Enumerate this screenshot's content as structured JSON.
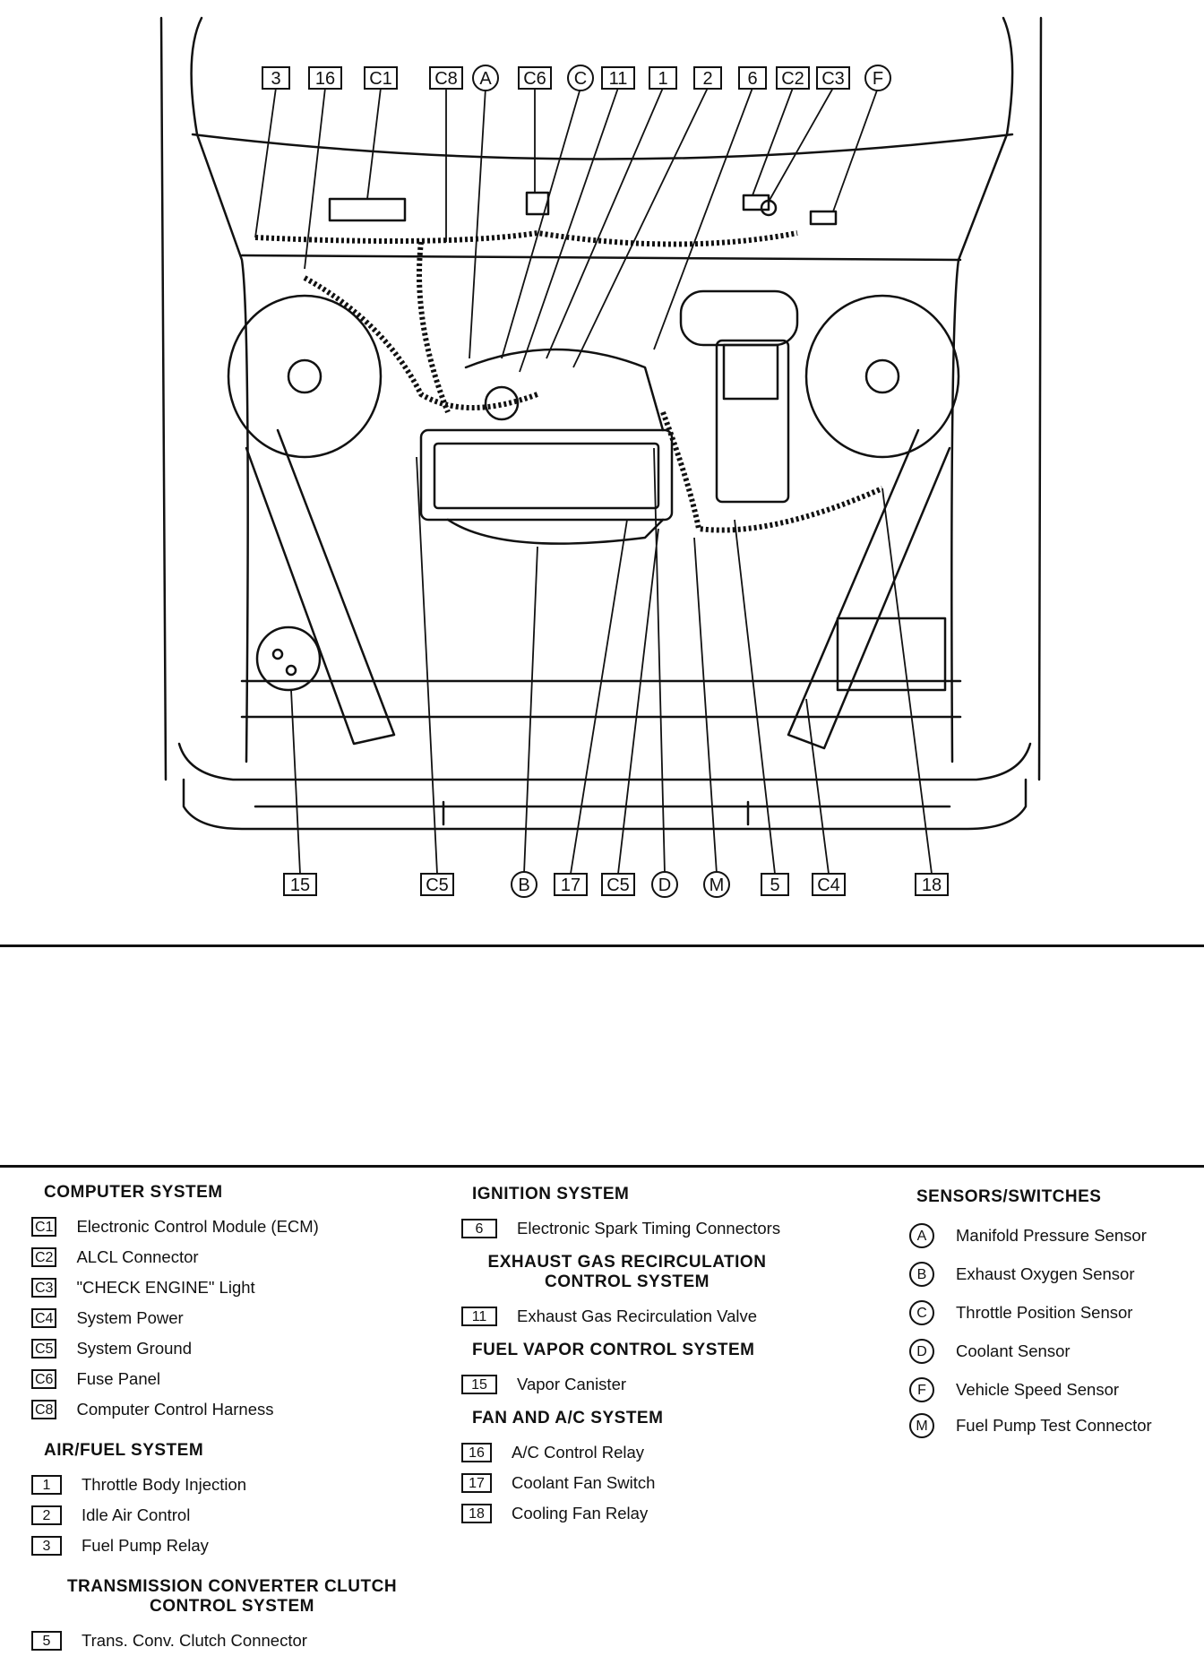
{
  "callouts_top": [
    "3",
    "16",
    "C1",
    "C8",
    "A",
    "C6",
    "C",
    "11",
    "1",
    "2",
    "6",
    "C2",
    "C3",
    "F"
  ],
  "callouts_bottom": [
    "15",
    "C5",
    "B",
    "17",
    "C5",
    "D",
    "M",
    "5",
    "C4",
    "18"
  ],
  "legend": {
    "computer_system": {
      "title": "COMPUTER SYSTEM",
      "items": [
        {
          "code": "C1",
          "label": "Electronic Control Module (ECM)"
        },
        {
          "code": "C2",
          "label": "ALCL Connector"
        },
        {
          "code": "C3",
          "label": "\"CHECK ENGINE\" Light"
        },
        {
          "code": "C4",
          "label": "System Power"
        },
        {
          "code": "C5",
          "label": "System Ground"
        },
        {
          "code": "C6",
          "label": "Fuse Panel"
        },
        {
          "code": "C8",
          "label": "Computer Control Harness"
        }
      ]
    },
    "air_fuel_system": {
      "title": "AIR/FUEL SYSTEM",
      "items": [
        {
          "code": "1",
          "label": "Throttle Body Injection"
        },
        {
          "code": "2",
          "label": "Idle Air Control"
        },
        {
          "code": "3",
          "label": "Fuel Pump Relay"
        }
      ]
    },
    "tcc_system": {
      "title_line1": "TRANSMISSION CONVERTER CLUTCH",
      "title_line2": "CONTROL SYSTEM",
      "items": [
        {
          "code": "5",
          "label": "Trans. Conv. Clutch Connector"
        }
      ]
    },
    "ignition_system": {
      "title": "IGNITION SYSTEM",
      "items": [
        {
          "code": "6",
          "label": "Electronic Spark Timing Connectors"
        }
      ]
    },
    "egr_system": {
      "title_line1": "EXHAUST GAS RECIRCULATION",
      "title_line2": "CONTROL SYSTEM",
      "items": [
        {
          "code": "11",
          "label": "Exhaust Gas Recirculation Valve"
        }
      ]
    },
    "fuel_vapor_system": {
      "title": "FUEL VAPOR CONTROL SYSTEM",
      "items": [
        {
          "code": "15",
          "label": "Vapor Canister"
        }
      ]
    },
    "fan_ac_system": {
      "title": "FAN AND A/C SYSTEM",
      "items": [
        {
          "code": "16",
          "label": "A/C Control Relay"
        },
        {
          "code": "17",
          "label": "Coolant Fan Switch"
        },
        {
          "code": "18",
          "label": "Cooling Fan Relay"
        }
      ]
    },
    "sensors_switches": {
      "title": "SENSORS/SWITCHES",
      "items": [
        {
          "code": "A",
          "label": "Manifold Pressure Sensor"
        },
        {
          "code": "B",
          "label": "Exhaust Oxygen Sensor"
        },
        {
          "code": "C",
          "label": "Throttle Position Sensor"
        },
        {
          "code": "D",
          "label": "Coolant Sensor"
        },
        {
          "code": "F",
          "label": "Vehicle Speed Sensor"
        },
        {
          "code": "M",
          "label": "Fuel Pump Test Connector"
        }
      ]
    }
  }
}
